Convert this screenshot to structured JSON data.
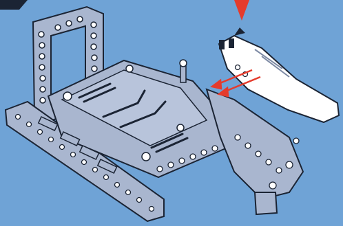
{
  "instruction": {
    "step_number": "",
    "parts": [
      {
        "name": "base-frame-assembly",
        "color": "#a9b6cf"
      },
      {
        "name": "upright-frame",
        "color": "#a9b6cf"
      },
      {
        "name": "white-curved-panel",
        "color": "#ffffff"
      }
    ],
    "indicators": {
      "insert_arrow_color": "#e53b2c",
      "callout_arrow_color": "#e53b2c"
    }
  },
  "colors": {
    "background": "#6fa3d6",
    "part_grey": "#a9b6cf",
    "part_outline": "#1b2434",
    "part_shadow": "#7d8aa4",
    "white_part": "#ffffff",
    "accent_red": "#e53b2c"
  }
}
